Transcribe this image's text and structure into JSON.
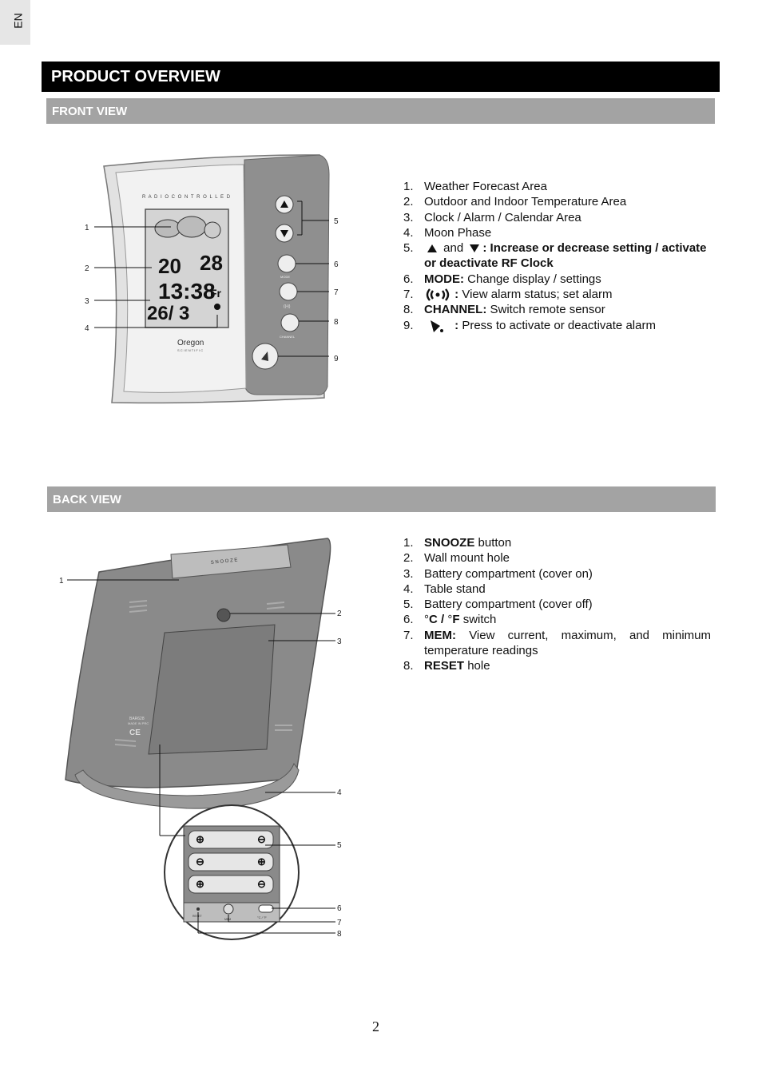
{
  "language_tab": "EN",
  "heading": "PRODUCT OVERVIEW",
  "front": {
    "heading": "FRONT VIEW",
    "device": {
      "radio_text": "R A D I O   C O N T R O L L E D",
      "brand": "Oregon",
      "brand_sub": "S C I E N T I F I C",
      "temp_out": "20",
      "temp_in": "28",
      "time": "13:38",
      "weekday": "Fr",
      "date": "26/ 3",
      "mode_label": "MODE",
      "channel_label": "CHANNEL"
    },
    "callouts": [
      "1",
      "2",
      "3",
      "4",
      "5",
      "6",
      "7",
      "8",
      "9"
    ],
    "items": [
      {
        "num": "1.",
        "text": "Weather Forecast Area"
      },
      {
        "num": "2.",
        "text": "Outdoor and Indoor Temperature Area"
      },
      {
        "num": "3.",
        "text": "Clock / Alarm / Calendar Area"
      },
      {
        "num": "4.",
        "text": "Moon Phase"
      },
      {
        "num": "5.",
        "and": "and",
        "text": ": Increase or decrease setting / activate or deactivate RF Clock"
      },
      {
        "num": "6.",
        "bold": "MODE:",
        "text": "Change display / settings"
      },
      {
        "num": "7.",
        "bold": ":",
        "text": "View alarm status; set alarm"
      },
      {
        "num": "8.",
        "bold": "CHANNEL:",
        "text": "Switch remote sensor"
      },
      {
        "num": "9.",
        "bold": ":",
        "text": "Press to activate or deactivate alarm"
      }
    ]
  },
  "back": {
    "heading": "BACK VIEW",
    "device": {
      "snooze_text": "S N O O Z E",
      "model_text": "BAR628",
      "made_text": "MADE IN PRC",
      "ce_mark": "CE",
      "reset_label": "RESET",
      "mem_label": "MEM",
      "switch_label": "°C / °F"
    },
    "callouts": [
      "1",
      "2",
      "3",
      "4",
      "5",
      "6",
      "7",
      "8"
    ],
    "items": [
      {
        "num": "1.",
        "bold": "SNOOZE",
        "text": "button"
      },
      {
        "num": "2.",
        "text": "Wall mount hole"
      },
      {
        "num": "3.",
        "text": "Battery compartment (cover on)"
      },
      {
        "num": "4.",
        "text": "Table stand"
      },
      {
        "num": "5.",
        "text": "Battery compartment (cover off)"
      },
      {
        "num": "6.",
        "pre": "°",
        "bold": "C / ",
        "pre2": "°",
        "bold2": "F",
        "text": "switch"
      },
      {
        "num": "7.",
        "bold": "MEM:",
        "text": "View current, maximum, and minimum temperature readings"
      },
      {
        "num": "8.",
        "bold": "RESET",
        "text": "hole"
      }
    ]
  },
  "page_number": "2"
}
